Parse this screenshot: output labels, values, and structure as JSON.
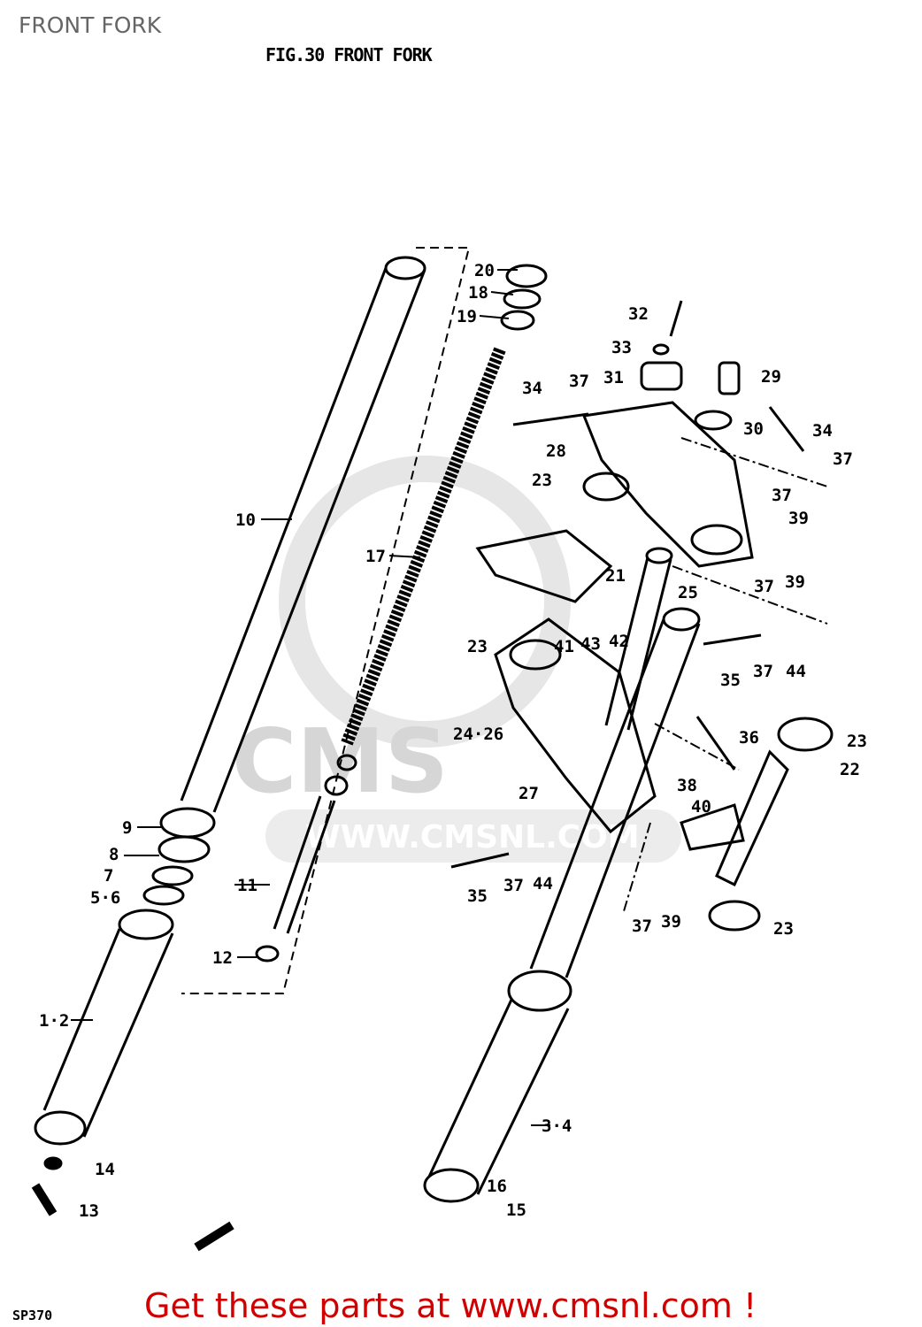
{
  "header": {
    "title": "FRONT FORK",
    "figure_title": "FIG.30  FRONT FORK"
  },
  "footer": {
    "code": "SP370",
    "promo": "Get these parts at www.cmsnl.com !"
  },
  "watermark": {
    "brand": "CMS",
    "url": "WWW.CMSNL.COM"
  },
  "colors": {
    "promo": "#d00000",
    "title": "#666666",
    "line_art": "#000000"
  },
  "callouts": [
    "20",
    "18",
    "19",
    "32",
    "33",
    "29",
    "31",
    "37",
    "34",
    "30",
    "34",
    "37",
    "28",
    "23",
    "37",
    "39",
    "10",
    "17",
    "21",
    "25",
    "37",
    "39",
    "23",
    "41",
    "43",
    "42",
    "35",
    "37",
    "44",
    "24·26",
    "36",
    "23",
    "22",
    "27",
    "38",
    "40",
    "9",
    "8",
    "7",
    "5·6",
    "11",
    "35",
    "37",
    "44",
    "37",
    "39",
    "23",
    "12",
    "1·2",
    "3·4",
    "14",
    "16",
    "15",
    "13"
  ]
}
